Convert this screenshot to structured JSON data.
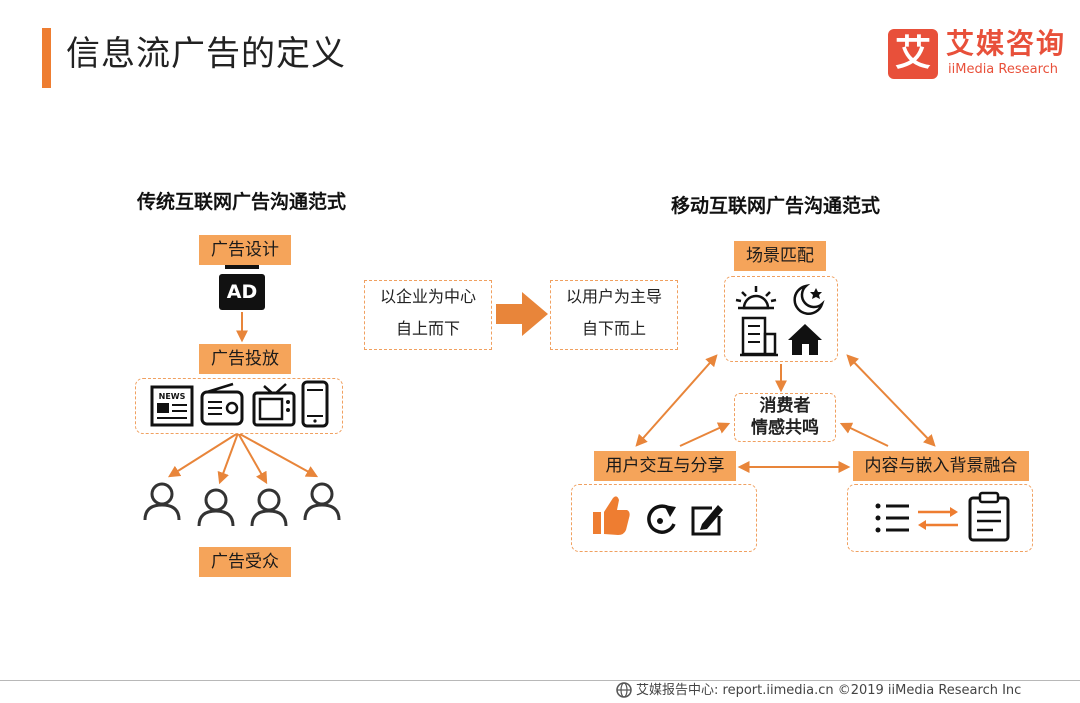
{
  "header": {
    "title": "信息流广告的定义",
    "logo_char": "艾",
    "logo_name": "艾媒咨询",
    "logo_en": "iiMedia Research"
  },
  "traditional": {
    "heading": "传统互联网广告沟通范式",
    "design_label": "广告设计",
    "ad_text": "AD",
    "placement_label": "广告投放",
    "news_icon_text": "NEWS",
    "audience_label": "广告受众"
  },
  "shift": {
    "from_line1": "以企业为中心",
    "from_line2": "自上而下",
    "to_line1": "以用户为主导",
    "to_line2": "自下而上"
  },
  "mobile": {
    "heading": "移动互联网广告沟通范式",
    "scene_label": "场景匹配",
    "consumer_line1": "消费者",
    "consumer_line2": "情感共鸣",
    "interaction_label": "用户交互与分享",
    "content_label": "内容与嵌入背景融合"
  },
  "footer": {
    "text": "艾媒报告中心: report.iimedia.cn  ©2019  iiMedia Research  Inc"
  },
  "colors": {
    "accent": "#ee7d31",
    "tag_fill": "#f5a45a",
    "arrow": "#e8853a",
    "logo_red": "#e8503a"
  }
}
